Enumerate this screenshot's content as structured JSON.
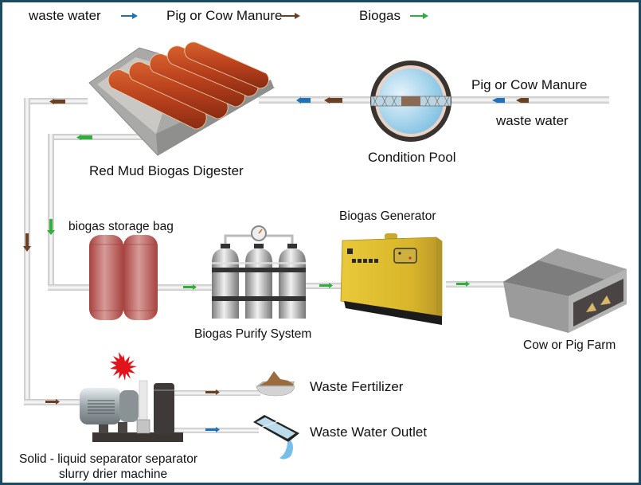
{
  "legend": [
    {
      "label": "waste water",
      "color": "#1e73b8",
      "icon": "arrow-right-icon"
    },
    {
      "label": "Pig or Cow Manure",
      "color": "#6b3f22",
      "icon": "arrow-right-icon"
    },
    {
      "label": "Biogas",
      "color": "#2fae3c",
      "icon": "arrow-right-icon"
    }
  ],
  "colors": {
    "frame": "#1b4a63",
    "pipe": "#d6d6d6",
    "waste_water": "#1e73b8",
    "manure": "#6b3f22",
    "biogas": "#2fae3c",
    "digester_red": "#b8401c",
    "generator_yellow": "#e2c22e",
    "storage_bag": "#b85a57"
  },
  "inputs": {
    "manure_label": "Pig or Cow Manure",
    "water_label": "waste water"
  },
  "components": {
    "condition_pool": "Condition Pool",
    "digester": "Red Mud Biogas Digester",
    "storage_bag": "biogas storage bag",
    "purify_system": "Biogas Purify System",
    "generator": "Biogas Generator",
    "farm": "Cow or Pig Farm",
    "separator_line1": "Solid - liquid separator separator",
    "separator_line2": "slurry drier machine",
    "fertilizer": "Waste Fertilizer",
    "water_outlet": "Waste Water Outlet"
  }
}
